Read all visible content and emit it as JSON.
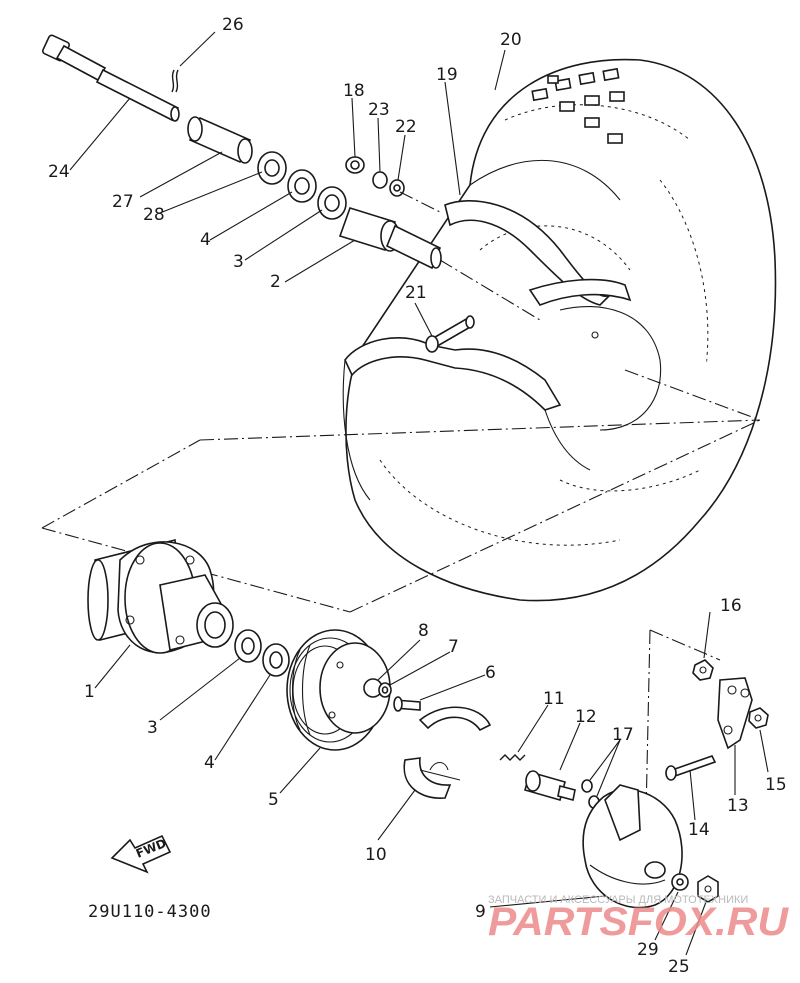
{
  "diagram": {
    "drawing_code": "29U110-4300",
    "direction_label": "FWD",
    "callouts": {
      "c1": "1",
      "c2": "2",
      "c3a": "3",
      "c3b": "3",
      "c4a": "4",
      "c4b": "4",
      "c5": "5",
      "c6": "6",
      "c7": "7",
      "c8": "8",
      "c9": "9",
      "c10": "10",
      "c11": "11",
      "c12": "12",
      "c13": "13",
      "c14": "14",
      "c15": "15",
      "c16": "16",
      "c17": "17",
      "c18": "18",
      "c19": "19",
      "c20": "20",
      "c21": "21",
      "c22": "22",
      "c23": "23",
      "c24": "24",
      "c25": "25",
      "c26": "26",
      "c27": "27",
      "c28": "28",
      "c29": "29"
    }
  },
  "watermark": {
    "tagline": "ЗАПЧАСТИ И АКСЕССУАРЫ ДЛЯ МОТОТЕХНИКИ",
    "brand": "PARTSFOX.RU",
    "color": "#ee8a8a"
  }
}
